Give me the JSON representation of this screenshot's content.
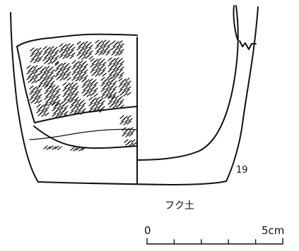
{
  "figure": {
    "number": "19",
    "site_label": "フク土",
    "scale": {
      "start_label": "0",
      "end_label": "5cm",
      "divisions": 5
    }
  },
  "colors": {
    "ink": "#111111",
    "paper": "#ffffff"
  }
}
